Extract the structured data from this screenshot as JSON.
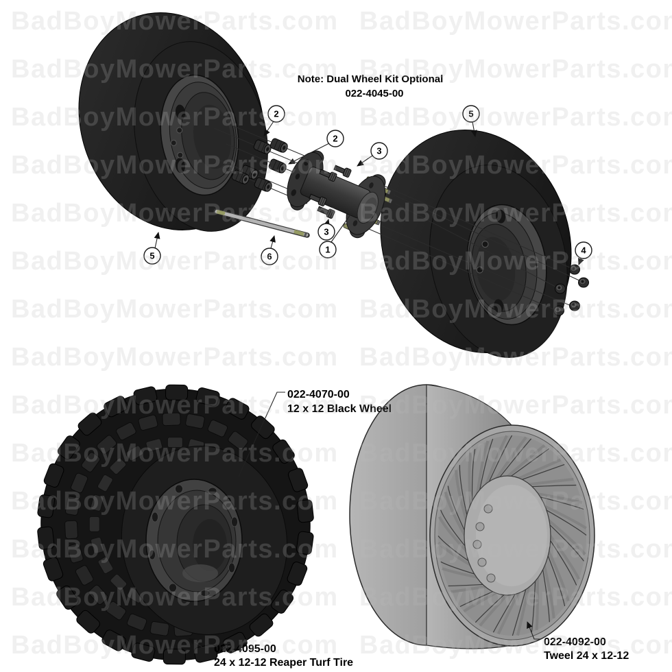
{
  "watermark": {
    "text": "BadBoyMowerParts.com"
  },
  "note": {
    "line1": "Note: Dual Wheel Kit Optional",
    "line2": "022-4045-00"
  },
  "callouts": {
    "hub": "1",
    "lug_nut_upper": "2",
    "lug_nut_lower": "2",
    "bolt_upper": "3",
    "bolt_lower": "3",
    "cap_nut": "4",
    "wheel_left": "5",
    "wheel_right": "5",
    "axle_rod": "6"
  },
  "labels": {
    "black_wheel": {
      "part_number": "022-4070-00",
      "name": "12 x 12 Black Wheel"
    },
    "turf_tire": {
      "part_number": "022-4095-00",
      "name": "24 x 12-12 Reaper Turf Tire"
    },
    "tweel": {
      "part_number": "022-4092-00",
      "name": "Tweel 24 x 12-12"
    }
  },
  "colors": {
    "tire": "#1b1b1b",
    "rim": "#474747",
    "tweel_body": "#a6a6a6",
    "stud_olive": "#8d9060",
    "watermark": "#bbbbbb",
    "line": "#222222"
  }
}
